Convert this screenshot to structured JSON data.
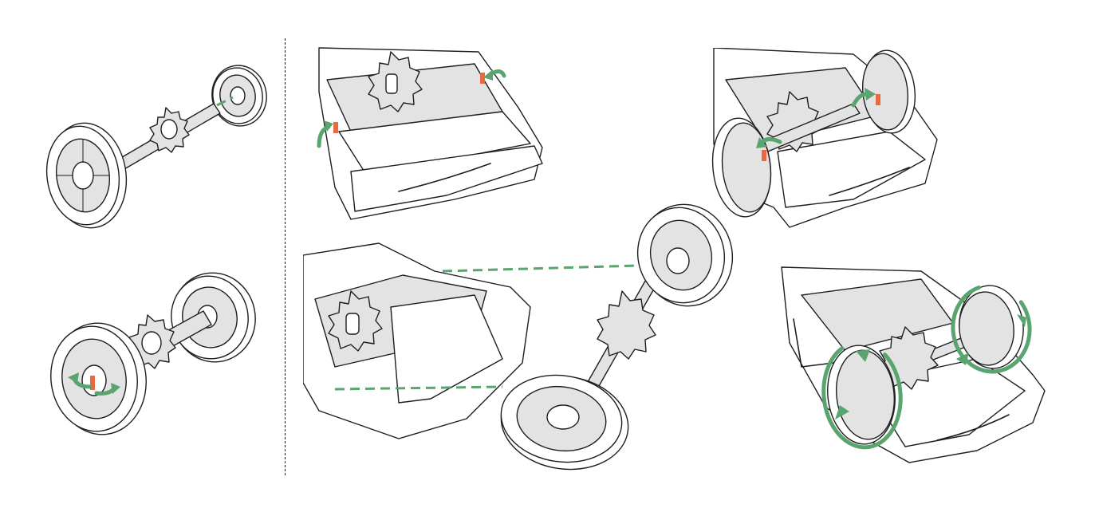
{
  "colors": {
    "line": "#1e1e1e",
    "part_fill": "#e3e3e3",
    "guide_green": "#5aa470",
    "tab_orange": "#e96a3c",
    "background": "#ffffff"
  },
  "icons": {
    "rotate_arrow": "curved-arrow-icon",
    "assembly_guide": "dashed-guide-line"
  },
  "steps": [
    {
      "id": "step-1",
      "content": "wheel-gear-axle-exploded"
    },
    {
      "id": "step-2",
      "content": "wheel-gear-axle-assembled-lock-hub"
    },
    {
      "id": "step-3",
      "content": "chassis-open-side-tabs"
    },
    {
      "id": "step-4",
      "content": "insert-axle-into-chassis"
    },
    {
      "id": "step-5",
      "content": "close-side-tabs"
    },
    {
      "id": "step-6",
      "content": "spin-wheels-check"
    }
  ]
}
